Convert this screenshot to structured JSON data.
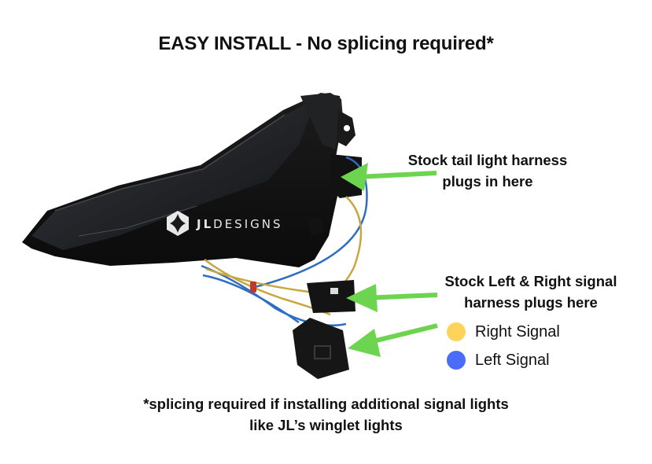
{
  "title": "EASY INSTALL - No splicing required*",
  "callouts": [
    {
      "line1": "Stock tail light harness",
      "line2": "plugs in here"
    },
    {
      "line1": "Stock Left & Right signal",
      "line2": "harness plugs here"
    }
  ],
  "legend": [
    {
      "label": "Right Signal",
      "color": "#FCD45A",
      "icon": "yellow-dot-icon"
    },
    {
      "label": "Left Signal",
      "color": "#4A6CF7",
      "icon": "blue-dot-icon"
    }
  ],
  "footnote": {
    "line1": "*splicing required if installing additional signal lights",
    "line2": "like JL’s winglet lights"
  },
  "product": {
    "brand_bold": "JL",
    "brand_light": "DESIGNS",
    "description": "smoked tail light with wiring harness and connectors"
  },
  "colors": {
    "arrow": "#6CD44F",
    "housing": "#161616",
    "wire_yellow": "#C8A640",
    "wire_blue": "#2F6DC2",
    "zip_tie": "#C0392B"
  }
}
